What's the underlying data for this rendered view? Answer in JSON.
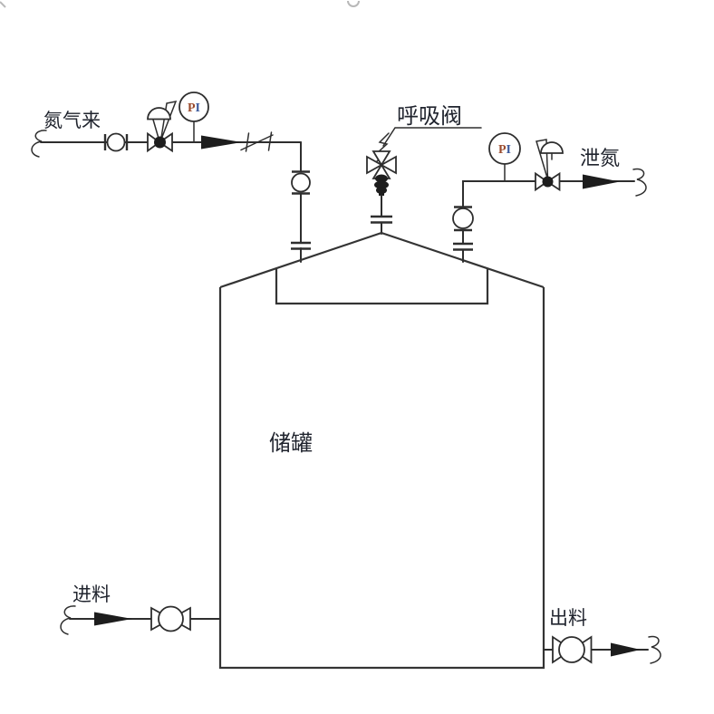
{
  "diagram": {
    "labels": {
      "nitrogen_in": "氮气来",
      "breathing_valve": "呼吸阀",
      "nitrogen_vent": "泄氮",
      "tank": "储罐",
      "feed_in": "进料",
      "discharge_out": "出料"
    },
    "gauges": {
      "left_pi": {
        "p": "P",
        "i": "I"
      },
      "right_pi": {
        "p": "P",
        "i": "I"
      }
    },
    "colors": {
      "line": "#2e2e2e",
      "text": "#20242e",
      "pi_p": "#9a4a2c",
      "pi_i": "#3d5a9c",
      "background": "#ffffff"
    }
  }
}
